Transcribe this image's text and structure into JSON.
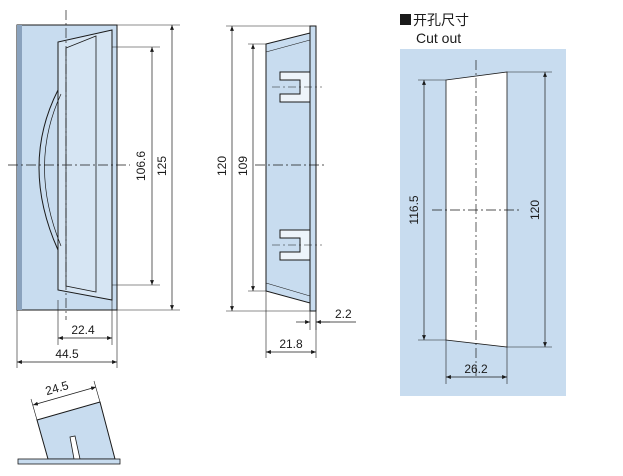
{
  "cutout": {
    "title_cn": "开孔尺寸",
    "title_en": "Cut out",
    "height_left": "116.5",
    "height_right": "120",
    "width_bottom": "26.2"
  },
  "front_view": {
    "inner_height": "106.6",
    "outer_height": "125",
    "grip_width": "22.4",
    "total_width": "44.5"
  },
  "side_view": {
    "outer_height": "120",
    "inner_height": "109",
    "flange_thickness": "2.2",
    "depth": "21.8"
  },
  "detail_view": {
    "depth": "24.5"
  },
  "colors": {
    "part_fill": "#c8dcef",
    "line": "#1a1a1a"
  }
}
